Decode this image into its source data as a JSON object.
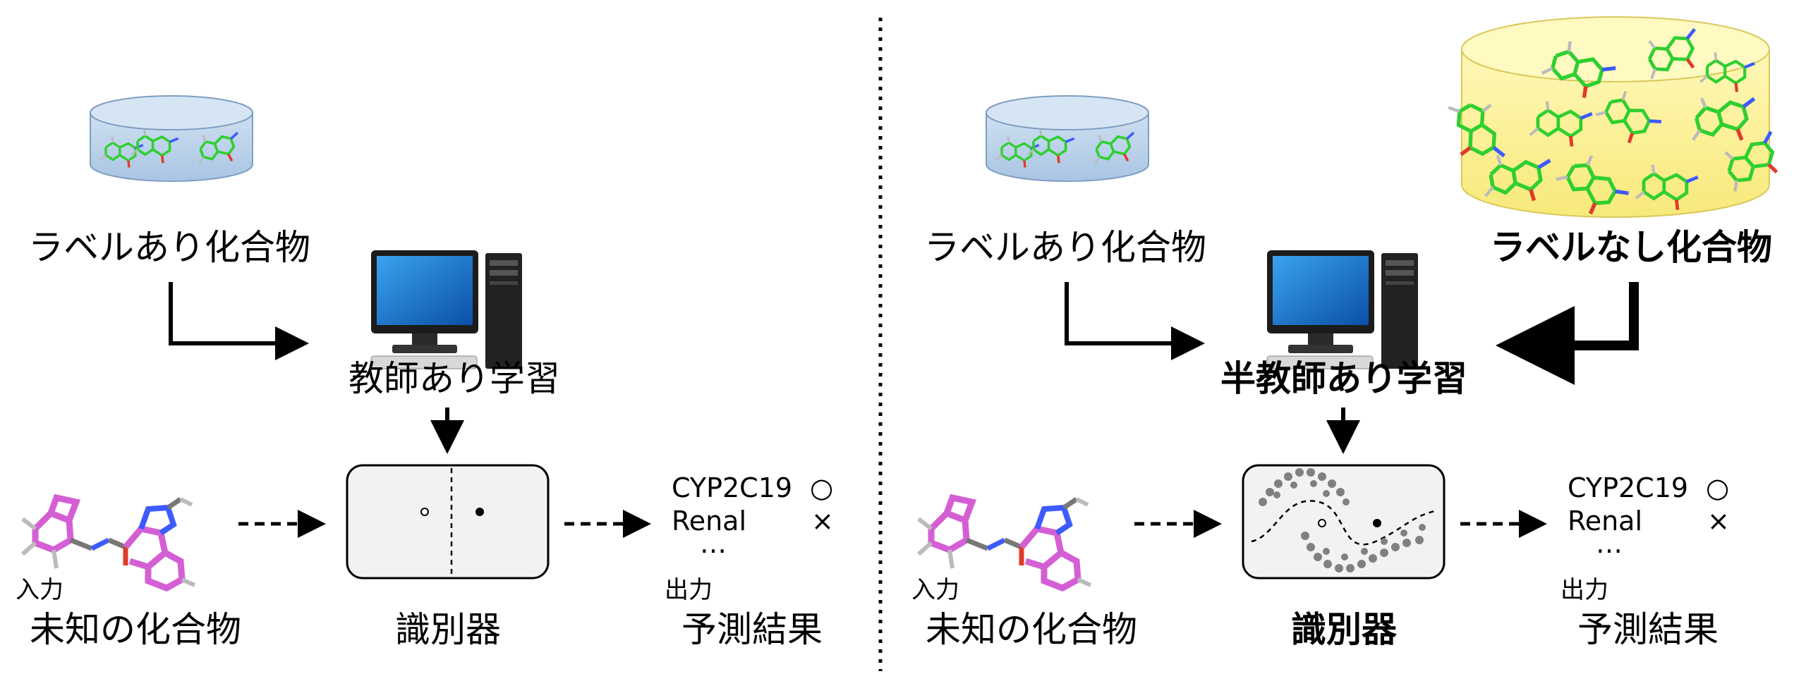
{
  "left_panel": {
    "labeled_label": "ラベルあり化合物",
    "learning_label": "教師あり学習",
    "classifier_label": "識別器",
    "input_tag": "入力",
    "unknown_label": "未知の化合物",
    "output_tag": "出力",
    "result_label": "予測結果",
    "results": [
      {
        "name": "CYP2C19",
        "mark": "○"
      },
      {
        "name": "Renal",
        "mark": "×"
      }
    ],
    "ellipsis": "…"
  },
  "right_panel": {
    "labeled_label": "ラベルあり化合物",
    "unlabeled_label": "ラベルなし化合物",
    "learning_label": "半教師あり学習",
    "classifier_label": "識別器",
    "input_tag": "入力",
    "unknown_label": "未知の化合物",
    "output_tag": "出力",
    "result_label": "予測結果",
    "results": [
      {
        "name": "CYP2C19",
        "mark": "○"
      },
      {
        "name": "Renal",
        "mark": "×"
      }
    ],
    "ellipsis": "…"
  },
  "colors": {
    "labeled_db": "#bcd3ea",
    "unlabeled_db": "#fbf29a",
    "molecule_green": "#2fcf2f",
    "molecule_magenta": "#d45fd4",
    "classifier_bg": "#f2f2f2",
    "monitor_screen": "#1a7fd4"
  },
  "icons": [
    "database-icon",
    "computer-icon",
    "molecule-icon",
    "classifier-icon"
  ]
}
